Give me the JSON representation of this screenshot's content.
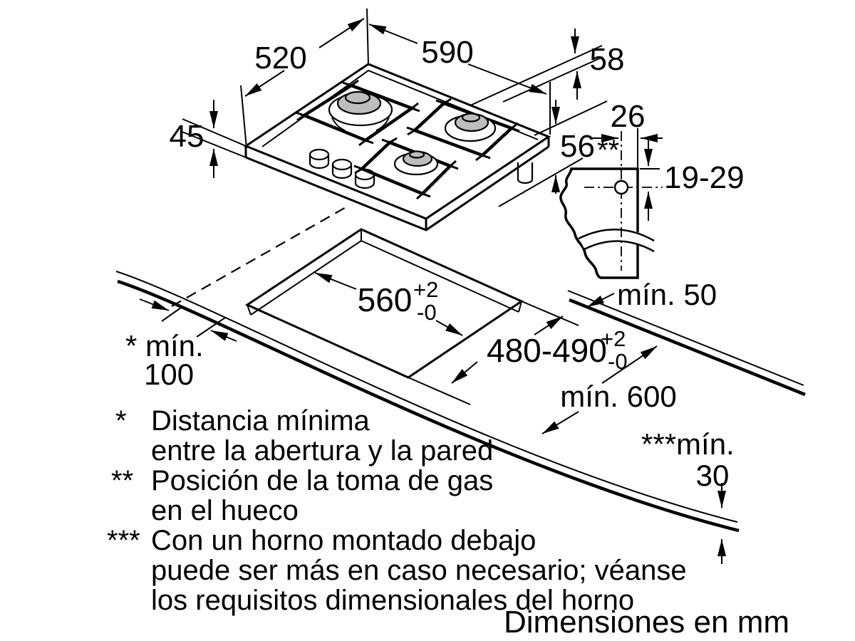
{
  "diagram": {
    "caption": "Dimensiones en mm",
    "hob_dims": {
      "depth": "520",
      "width": "590",
      "edge_profile": "58",
      "front_height": "45",
      "install_depth": "56",
      "install_depth_ref": "**"
    },
    "gas": {
      "offset_x": "26",
      "offset_y": "19-29",
      "min_side_clearance": "mín. 50"
    },
    "cutout": {
      "width": "560",
      "width_tol_up": "+2",
      "width_tol_down": "-0",
      "depth": "480-490",
      "depth_tol_up": "+2",
      "depth_tol_down": "-0",
      "wall_clearance_label": "* mín.",
      "wall_clearance_value": "100",
      "front_clearance": "mín. 600",
      "oven_clearance_label": "***mín.",
      "oven_clearance_value": "30"
    },
    "footnotes": [
      {
        "symbol": "*",
        "lines": [
          "Distancia mínima",
          "entre la abertura y la pared"
        ]
      },
      {
        "symbol": "**",
        "lines": [
          "Posición de la toma de gas",
          "en el hueco"
        ]
      },
      {
        "symbol": "***",
        "lines": [
          "Con un horno montado debajo",
          "puede ser más en caso necesario; véanse",
          "los requisitos dimensionales del horno"
        ]
      }
    ]
  }
}
